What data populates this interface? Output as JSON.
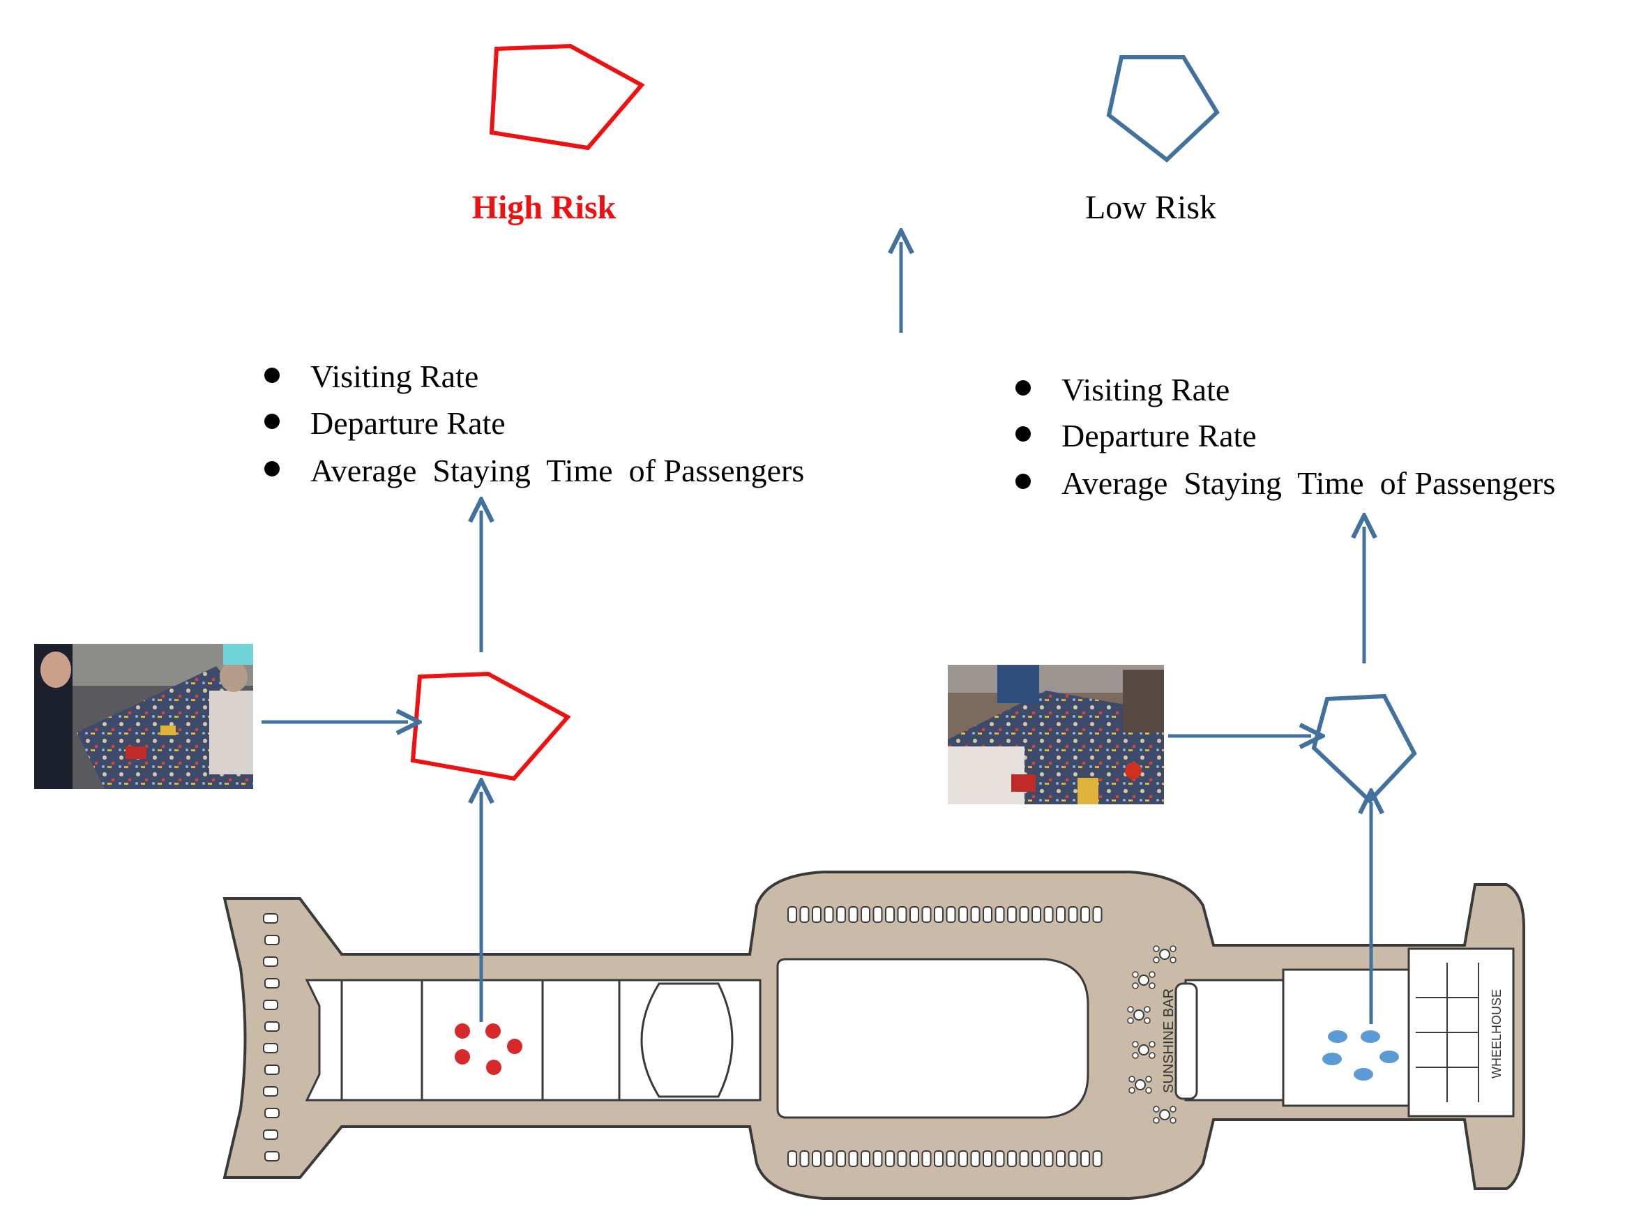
{
  "colors": {
    "high": "#ee1111",
    "low": "#41719c",
    "arrow": "#41719c",
    "deck_fill": "#c9bba7",
    "deck_stroke": "#3a3a3a",
    "text": "#000000",
    "red_dot": "#d8282a",
    "blue_dot": "#5b9bd5"
  },
  "outcomes": {
    "high_label": "High Risk",
    "low_label": "Low Risk"
  },
  "metrics_left": [
    "Visiting Rate",
    "Departure Rate",
    "Average  Staying  Time  of Passengers"
  ],
  "metrics_right": [
    "Visiting Rate",
    "Departure Rate",
    "Average  Staying  Time  of Passengers"
  ],
  "deck": {
    "bar_label": "SUNSHINE BAR",
    "wheelhouse_label": "WHEELHOUSE"
  },
  "icons": {
    "high_risk_shape": "pentagon-outline",
    "low_risk_shape": "pentagon-outline",
    "photos": "tabletop-game-photo"
  }
}
